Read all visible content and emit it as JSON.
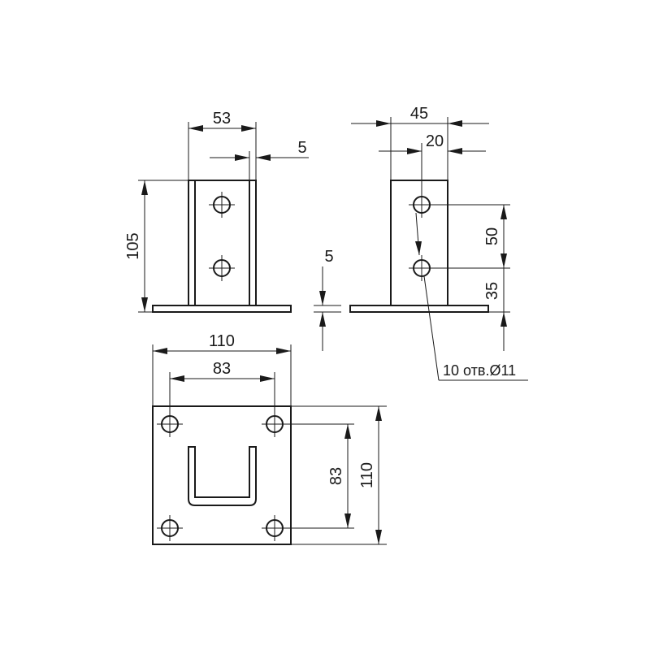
{
  "front_view": {
    "width_label": "53",
    "thickness_label": "5",
    "height_label": "105"
  },
  "side_view": {
    "width_label": "45",
    "hole_offset_label": "20",
    "hole_spacing_label": "50",
    "hole_height_label": "35",
    "holes_note": "10 отв.Ø11"
  },
  "plate": {
    "thickness_label": "5"
  },
  "top_view": {
    "width_label": "110",
    "hole_spacing_x_label": "83",
    "hole_spacing_y_label": "83",
    "height_label": "110"
  }
}
